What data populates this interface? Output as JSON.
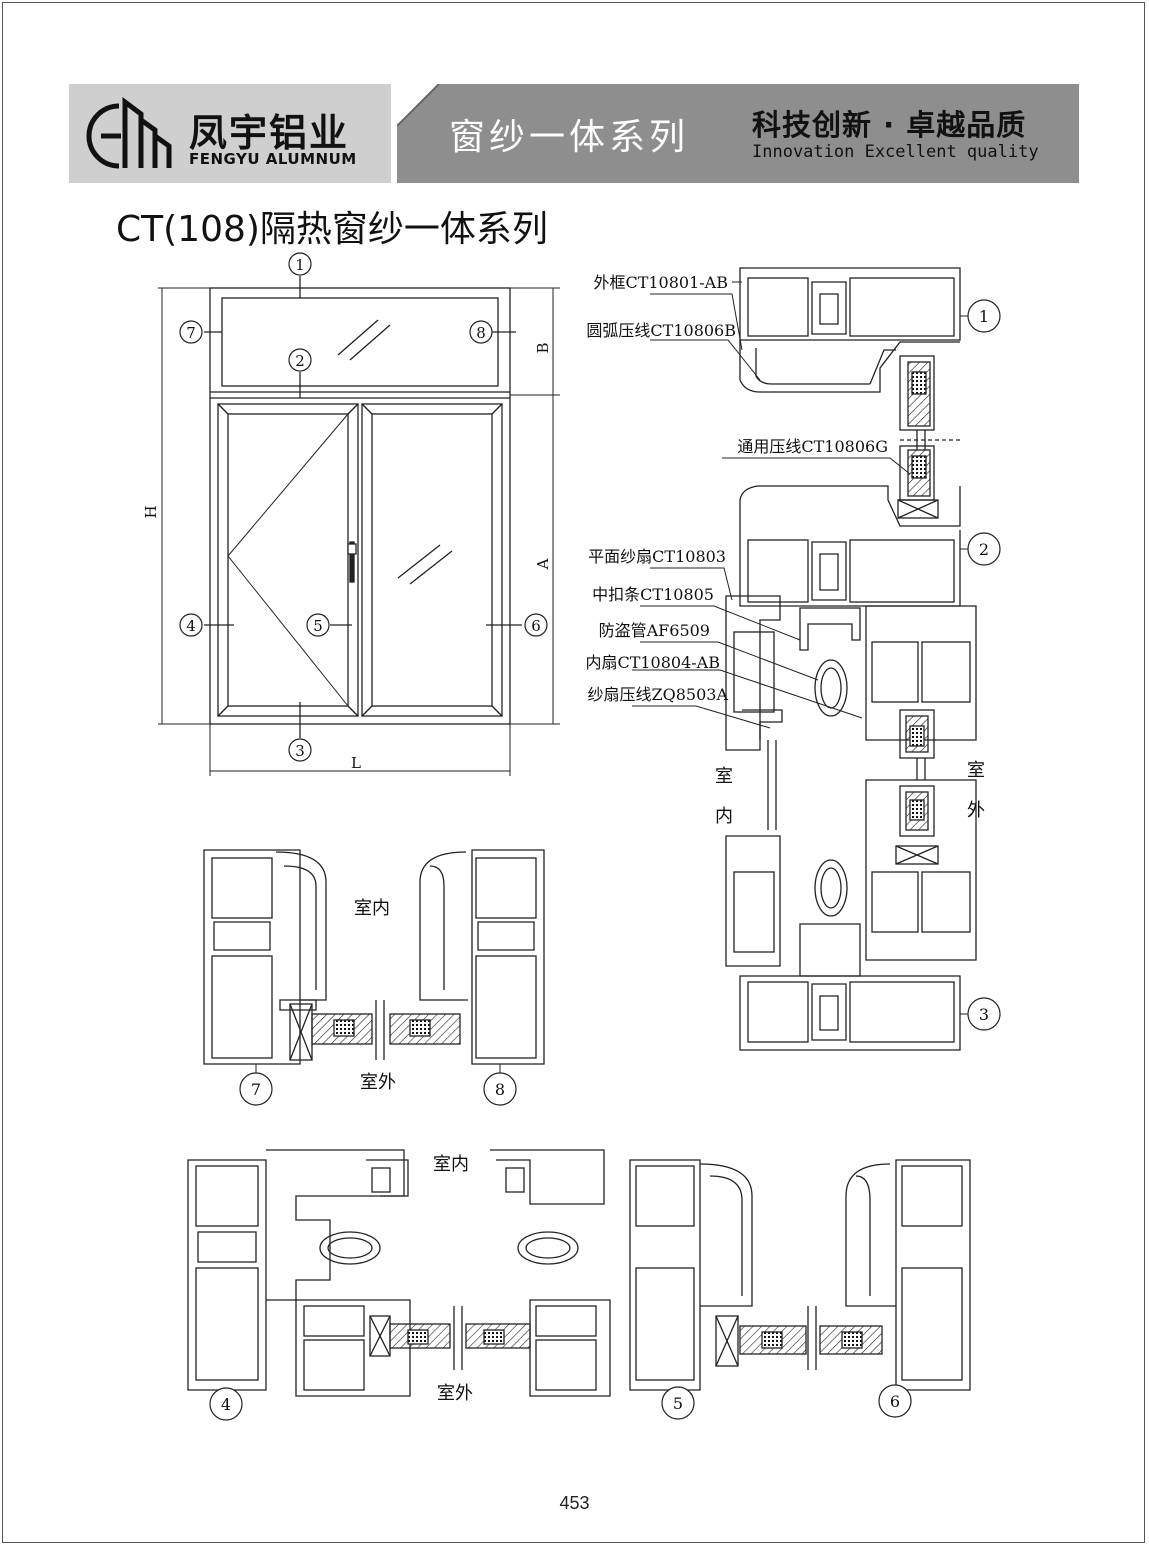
{
  "header": {
    "brand_cn": "凤宇铝业",
    "brand_en": "FENGYU ALUMNUM",
    "series_title": "窗纱一体系列",
    "slogan_cn": "科技创新 · 卓越品质",
    "slogan_en": "Innovation Excellent quality"
  },
  "title": "CT(108)隔热窗纱一体系列",
  "elevation": {
    "callouts": [
      "1",
      "2",
      "3",
      "4",
      "5",
      "6",
      "7",
      "8"
    ],
    "dims": {
      "height": "H",
      "width": "L",
      "upper": "B",
      "lower": "A"
    }
  },
  "section_labels": {
    "outer_frame": "外框CT10801-AB",
    "arc_bead": "圆弧压线CT10806B",
    "general_bead": "通用压线CT10806G",
    "flat_screen_sash": "平面纱扇CT10803",
    "middle_strip": "中扣条CT10805",
    "antitheft_tube": "防盗管AF6509",
    "inner_sash": "内扇CT10804-AB",
    "screen_bead": "纱扇压线ZQ8503A"
  },
  "room_labels": {
    "indoor": "室内",
    "outdoor": "室外",
    "shi": "室",
    "nei": "内",
    "wai": "外"
  },
  "page_number": "453"
}
